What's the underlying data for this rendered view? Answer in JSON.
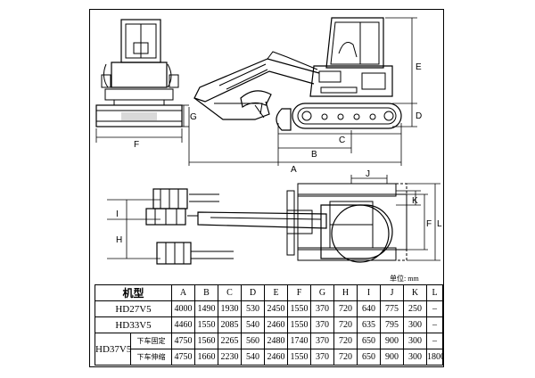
{
  "dimension_labels": {
    "A": "A",
    "B": "B",
    "C": "C",
    "D": "D",
    "E": "E",
    "F": "F",
    "G": "G",
    "H": "H",
    "I": "I",
    "J": "J",
    "K": "K",
    "L": "L"
  },
  "unit_label": "单位: mm",
  "table": {
    "model_header": "机型",
    "columns": [
      "A",
      "B",
      "C",
      "D",
      "E",
      "F",
      "G",
      "H",
      "I",
      "J",
      "K",
      "L"
    ],
    "rows": [
      {
        "model": "HD27V5",
        "variant": "",
        "values": [
          "4000",
          "1490",
          "1930",
          "530",
          "2450",
          "1550",
          "370",
          "720",
          "640",
          "775",
          "250",
          "–"
        ]
      },
      {
        "model": "HD33V5",
        "variant": "",
        "values": [
          "4460",
          "1550",
          "2085",
          "540",
          "2460",
          "1550",
          "370",
          "720",
          "635",
          "795",
          "300",
          "–"
        ]
      },
      {
        "model": "HD37V5",
        "variant": "下车固定",
        "values": [
          "4750",
          "1560",
          "2265",
          "560",
          "2480",
          "1740",
          "370",
          "720",
          "650",
          "900",
          "300",
          "–"
        ]
      },
      {
        "model": "HD37V5",
        "variant": "下车伸缩",
        "values": [
          "4750",
          "1660",
          "2230",
          "540",
          "2460",
          "1550",
          "370",
          "720",
          "650",
          "900",
          "300",
          "1800"
        ]
      }
    ]
  }
}
